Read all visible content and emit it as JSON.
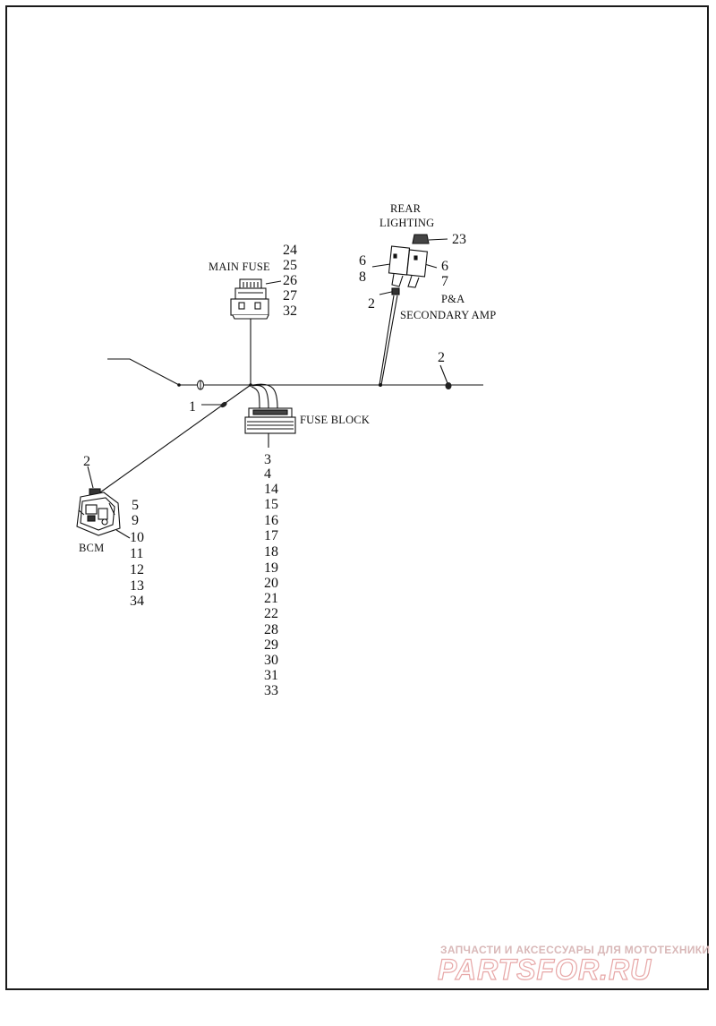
{
  "labels": {
    "main_fuse": "MAIN FUSE",
    "fuse_block": "FUSE BLOCK",
    "rear_lighting_1": "REAR",
    "rear_lighting_2": "LIGHTING",
    "pa_1": "P&A",
    "pa_2": "SECONDARY AMP",
    "bcm": "BCM"
  },
  "callouts": {
    "main_fuse": [
      "24",
      "25",
      "26",
      "27",
      "32"
    ],
    "fuse_block": [
      "3",
      "4",
      "14",
      "15",
      "16",
      "17",
      "18",
      "19",
      "20",
      "21",
      "22",
      "28",
      "29",
      "30",
      "31",
      "33"
    ],
    "bcm": [
      "5",
      "9",
      "10",
      "11",
      "12",
      "13",
      "34"
    ],
    "rear_left": [
      "6",
      "8"
    ],
    "rear_right": [
      "6",
      "7"
    ],
    "rear_cap": "23",
    "rear_clip": "2",
    "trunk_clip_right": "2",
    "trunk_clip_left": "1",
    "bcm_clip": "2"
  },
  "watermark": {
    "tagline": "ЗАПЧАСТИ И АКСЕССУАРЫ ДЛЯ МОТОТЕХНИКИ",
    "logo": "PARTSFOR.RU"
  }
}
